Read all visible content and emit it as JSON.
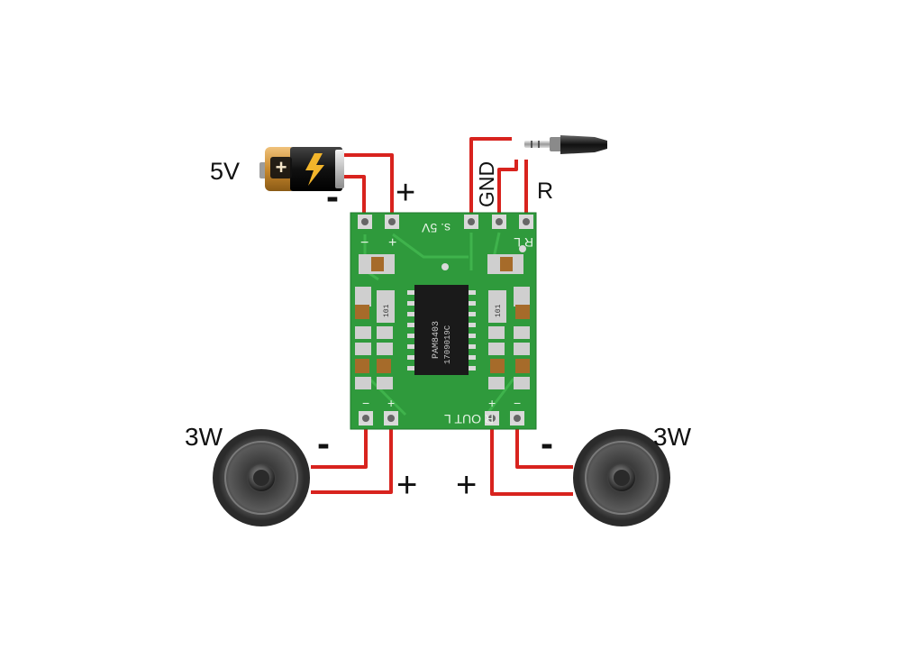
{
  "battery": {
    "voltage_label": "5V",
    "minus_label": "-",
    "plus_label": "+"
  },
  "audio_input": {
    "gnd_label": "GND",
    "right_label": "R"
  },
  "board": {
    "silk_top": "s. 5V",
    "silk_top_right": "R   L",
    "silk_bottom": "R  OUT  L",
    "ic_text_1": "PAM8403",
    "ic_text_2": "1709019C",
    "cap_label": "101",
    "body_color": "#2f9a3c",
    "pad_color": "#d9d9d9"
  },
  "speakers": {
    "left": {
      "power_label": "3W",
      "minus_label": "-",
      "plus_label": "+"
    },
    "right": {
      "power_label": "3W",
      "minus_label": "-",
      "plus_label": "+"
    }
  },
  "wire_color": "#d8231e"
}
